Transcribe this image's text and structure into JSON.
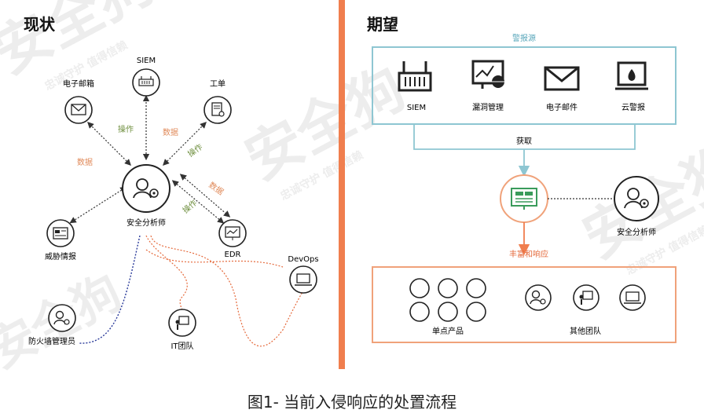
{
  "left": {
    "title": "现状",
    "center": "安全分析师",
    "nodes": {
      "siem": "SIEM",
      "email": "电子邮箱",
      "ticket": "工单",
      "threat": "威胁情报",
      "edr": "EDR",
      "devops": "DevOps",
      "it": "IT团队",
      "firewall": "防火墙管理员"
    },
    "edge_labels": {
      "op1": "操作",
      "data1": "数据",
      "op2": "操作",
      "data2": "数据",
      "data3": "数据",
      "op3": "操作"
    }
  },
  "right": {
    "title": "期望",
    "alert_sources_label": "警报源",
    "sources": [
      "SIEM",
      "漏洞管理",
      "电子邮件",
      "云警报"
    ],
    "fetch_label": "获取",
    "enrich_label": "丰富和响应",
    "analyst": "安全分析师",
    "single_products": "单点产品",
    "other_teams": "其他团队"
  },
  "watermark": {
    "brand": "安全狗",
    "slogan": "忠诚守护 值得信赖"
  },
  "caption": "图1- 当前入侵响应的处置流程",
  "colors": {
    "divider": "#f07e4e",
    "teal_box": "#8ec6d2",
    "orange_box": "#f0a27a",
    "green": "#3a9b5b",
    "op_green": "#6f8f3f",
    "data_orange": "#e08a5a",
    "navy_curve": "#2b3b9a",
    "orange_curve": "#e56a3c"
  }
}
